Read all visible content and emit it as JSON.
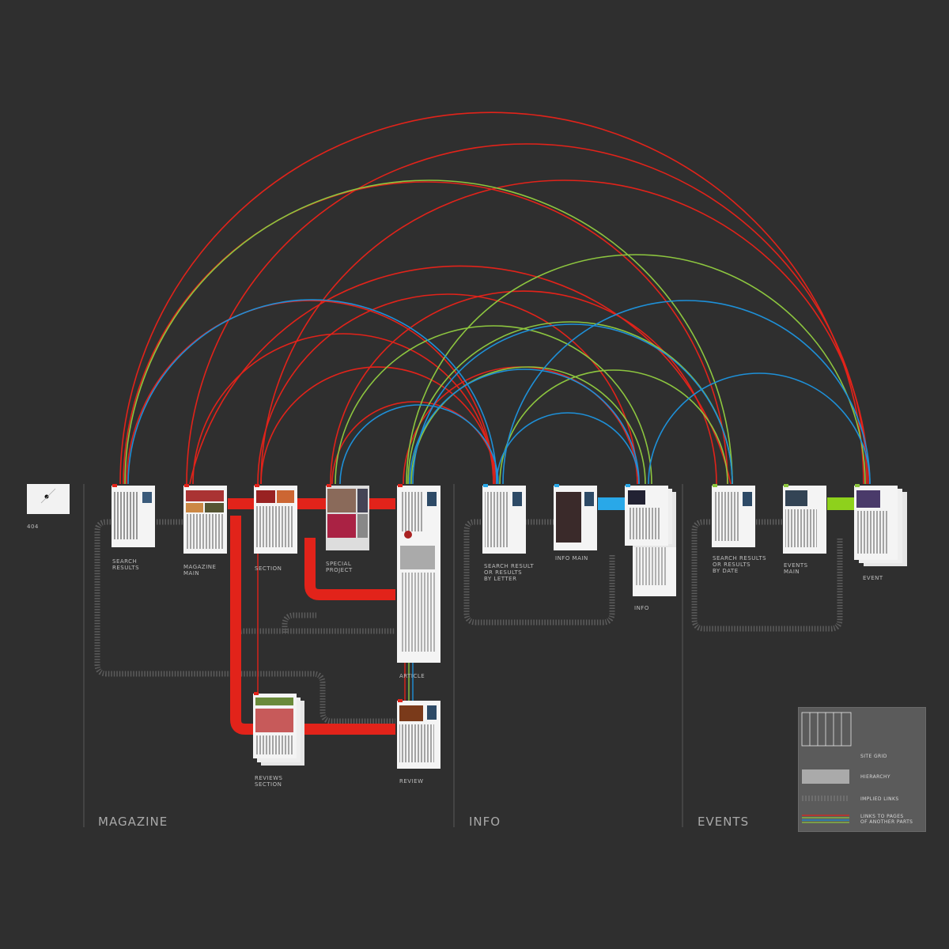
{
  "sections": {
    "magazine": "MAGAZINE",
    "info": "INFO",
    "events": "EVENTS"
  },
  "pages": {
    "p404": "404",
    "search_results": "SEARCH\nRESULTS",
    "magazine_main": "MAGAZINE\nMAIN",
    "section": "SECTION",
    "special_project": "SPECIAL\nPROJECT",
    "article": "ARTICLE",
    "reviews_section": "REVIEWS\nSECTION",
    "review": "REVIEW",
    "search_letter": "SEARCH RESULT\nOR RESULTS\nBY LETTER",
    "info_main": "INFO MAIN",
    "info": "INFO",
    "search_date": "SEARCH RESULTS\nOR RESULTS\nBY DATE",
    "events_main": "EVENTS\nMAIN",
    "event": "EVENT"
  },
  "legend": {
    "site_grid": "SITE GRID",
    "hierarchy": "HIERARCHY",
    "implied_links": "IMPLIED LINKS",
    "links_other": "LINKS TO PAGES\nOF ANOTHER PARTS"
  },
  "colors": {
    "background": "#2f2f2f",
    "red": "#e2231a",
    "green": "#8dc63f",
    "blue": "#1e90d8",
    "cyan": "#29a8e8",
    "lime": "#8ed11c"
  }
}
